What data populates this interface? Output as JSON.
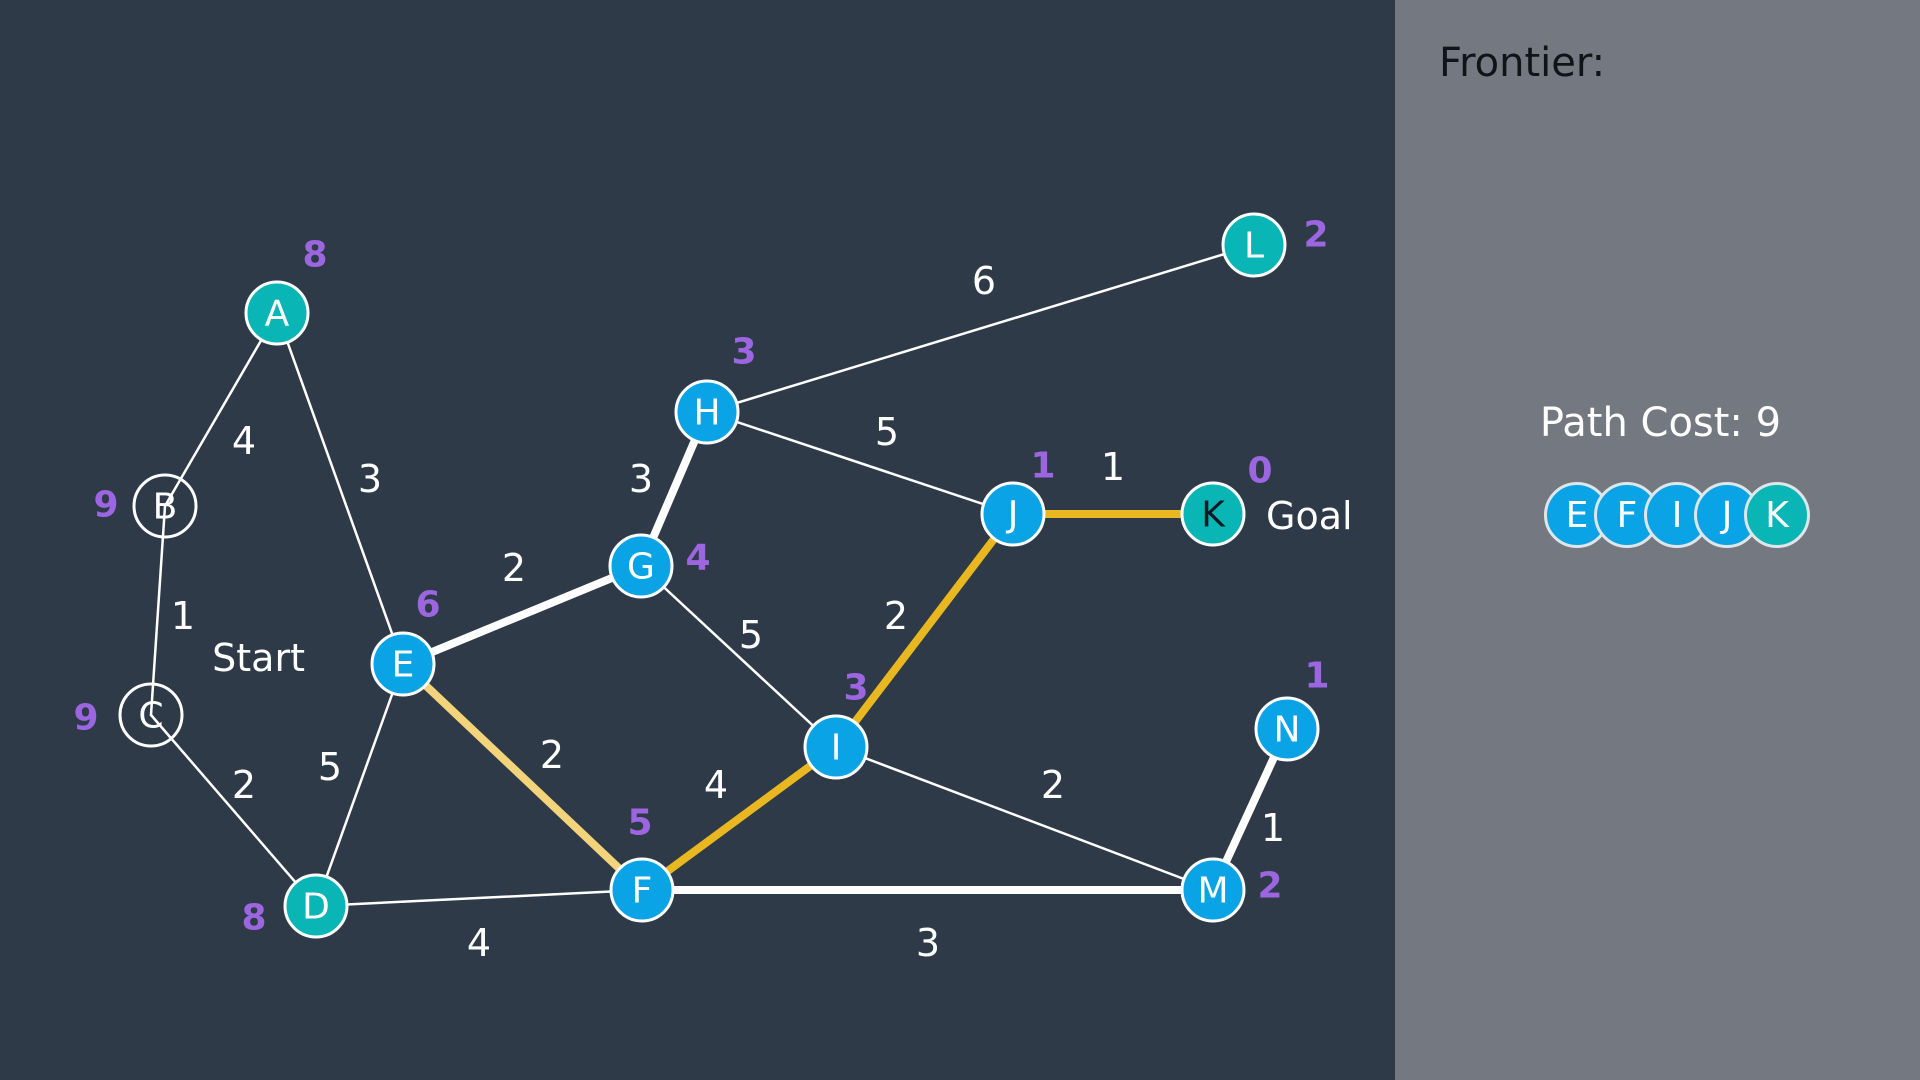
{
  "panel": {
    "frontier_label": "Frontier:",
    "path_cost_label": "Path Cost: 9",
    "path": [
      "E",
      "F",
      "I",
      "J",
      "K"
    ]
  },
  "labels": {
    "start": "Start",
    "goal": "Goal"
  },
  "colors": {
    "background": "#2e3a48",
    "panel": "#747880",
    "node_blue": "#0aa3e6",
    "node_teal": "#09b5b5",
    "heuristic": "#9b66e0",
    "edge_white": "#ffffff",
    "edge_gold": "#e9b820",
    "edge_light_gold": "#f3d47a"
  },
  "nodes": [
    {
      "id": "A",
      "h": "8",
      "state": "teal"
    },
    {
      "id": "B",
      "h": "9",
      "state": "unvisited"
    },
    {
      "id": "C",
      "h": "9",
      "state": "unvisited"
    },
    {
      "id": "D",
      "h": "8",
      "state": "teal"
    },
    {
      "id": "E",
      "h": "6",
      "state": "blue"
    },
    {
      "id": "F",
      "h": "5",
      "state": "blue"
    },
    {
      "id": "G",
      "h": "4",
      "state": "blue"
    },
    {
      "id": "H",
      "h": "3",
      "state": "blue"
    },
    {
      "id": "I",
      "h": "3",
      "state": "blue"
    },
    {
      "id": "J",
      "h": "1",
      "state": "blue"
    },
    {
      "id": "K",
      "h": "0",
      "state": "teal"
    },
    {
      "id": "L",
      "h": "2",
      "state": "teal"
    },
    {
      "id": "M",
      "h": "2",
      "state": "blue"
    },
    {
      "id": "N",
      "h": "1",
      "state": "blue"
    }
  ],
  "edges": [
    {
      "from": "A",
      "to": "B",
      "w": "4",
      "style": "thin"
    },
    {
      "from": "A",
      "to": "E",
      "w": "3",
      "style": "thin"
    },
    {
      "from": "B",
      "to": "C",
      "w": "1",
      "style": "thin"
    },
    {
      "from": "C",
      "to": "D",
      "w": "2",
      "style": "thin"
    },
    {
      "from": "D",
      "to": "E",
      "w": "5",
      "style": "thin"
    },
    {
      "from": "D",
      "to": "F",
      "w": "4",
      "style": "thin"
    },
    {
      "from": "E",
      "to": "G",
      "w": "2",
      "style": "explored"
    },
    {
      "from": "E",
      "to": "F",
      "w": "2",
      "style": "path-light"
    },
    {
      "from": "G",
      "to": "H",
      "w": "3",
      "style": "explored"
    },
    {
      "from": "G",
      "to": "I",
      "w": "5",
      "style": "thin"
    },
    {
      "from": "H",
      "to": "L",
      "w": "6",
      "style": "thin"
    },
    {
      "from": "H",
      "to": "J",
      "w": "5",
      "style": "thin"
    },
    {
      "from": "F",
      "to": "I",
      "w": "4",
      "style": "path"
    },
    {
      "from": "F",
      "to": "M",
      "w": "3",
      "style": "explored"
    },
    {
      "from": "I",
      "to": "J",
      "w": "2",
      "style": "path"
    },
    {
      "from": "I",
      "to": "M",
      "w": "2",
      "style": "thin"
    },
    {
      "from": "J",
      "to": "K",
      "w": "1",
      "style": "path"
    },
    {
      "from": "M",
      "to": "N",
      "w": "1",
      "style": "explored"
    }
  ]
}
